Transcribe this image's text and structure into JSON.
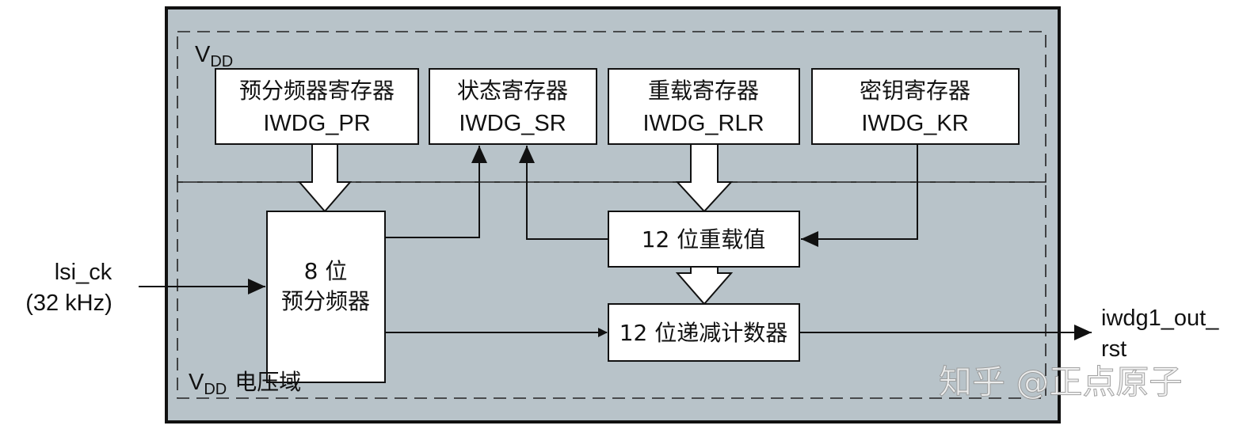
{
  "vdd_label": {
    "main": "V",
    "sub": "DD"
  },
  "vdd_domain_label": {
    "main": "V",
    "sub": "DD",
    "suffix": "电压域"
  },
  "registers": [
    {
      "name": "预分频器寄存器",
      "id": "IWDG_PR"
    },
    {
      "name": "状态寄存器",
      "id": "IWDG_SR"
    },
    {
      "name": "重载寄存器",
      "id": "IWDG_RLR"
    },
    {
      "name": "密钥寄存器",
      "id": "IWDG_KR"
    }
  ],
  "prescaler": {
    "line1": "8 位",
    "line2": "预分频器"
  },
  "reload_value": "12 位重载值",
  "down_counter": "12 位递减计数器",
  "input": {
    "line1": "lsi_ck",
    "line2": "(32 kHz)"
  },
  "output": {
    "line1": "iwdg1_out_",
    "line2": "rst"
  },
  "watermark": "知乎 @正点原子",
  "colors": {
    "background": "#b8c3c9",
    "box": "#ffffff",
    "line": "#111111"
  }
}
